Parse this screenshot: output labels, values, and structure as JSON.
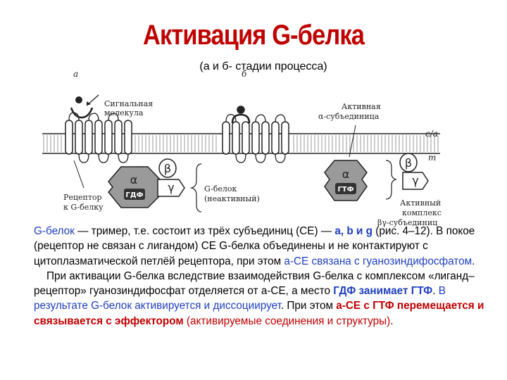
{
  "slide": {
    "title": "Активация G-белка",
    "subtitle": "(а и б- стадии процесса)"
  },
  "diagram": {
    "panel_a": "а",
    "panel_b": "б",
    "signal_molecule": [
      "Сигнальная",
      "молекула"
    ],
    "active_alpha": [
      "Активная",
      "α-субъединица"
    ],
    "receptor": [
      "Рецептор",
      "к G-белку"
    ],
    "g_protein": [
      "G-белок",
      "(неактивный)"
    ],
    "active_complex": [
      "Активный",
      "комплекс",
      "βγ-субъединиц"
    ],
    "membrane_side_top": "с/а",
    "membrane_side_bottom": "m",
    "alpha": "α",
    "beta": "β",
    "gamma": "γ",
    "gdp": "ГДФ",
    "gtp": "ГТФ"
  },
  "body": {
    "p1_a": "G‑белок",
    "p1_b": " — тример, т.е. состоит из трёх субъединиц (СЕ) — ",
    "p1_c": "a, b и g",
    "p1_d": " (рис. 4–12). В покое (рецептор не связан с лигандом) СЕ G‑белка объединены и не контактируют с цитоплазматической петлёй рецептора, при этом ",
    "p1_e": "a‑СЕ связана с гуанозиндифосфатом",
    "p1_f": ".",
    "p2_a": "При активации G‑белка вследствие взаимодействия G‑белка с комплексом «лиганд–рецептор» гуанозиндифосфат отделяется от a‑СЕ, а место ",
    "p2_b": "ГДФ занимает ГТФ",
    "p2_c": ". ",
    "p2_d": "В результате G‑белок активируется и диссоциирует",
    "p2_e": ". При этом ",
    "p2_f": "a‑СЕ с ГТФ перемещается и связывается с эффектором",
    "p2_g": " ",
    "p2_h": "(активируемые соединения и структуры)",
    "p2_i": "."
  }
}
